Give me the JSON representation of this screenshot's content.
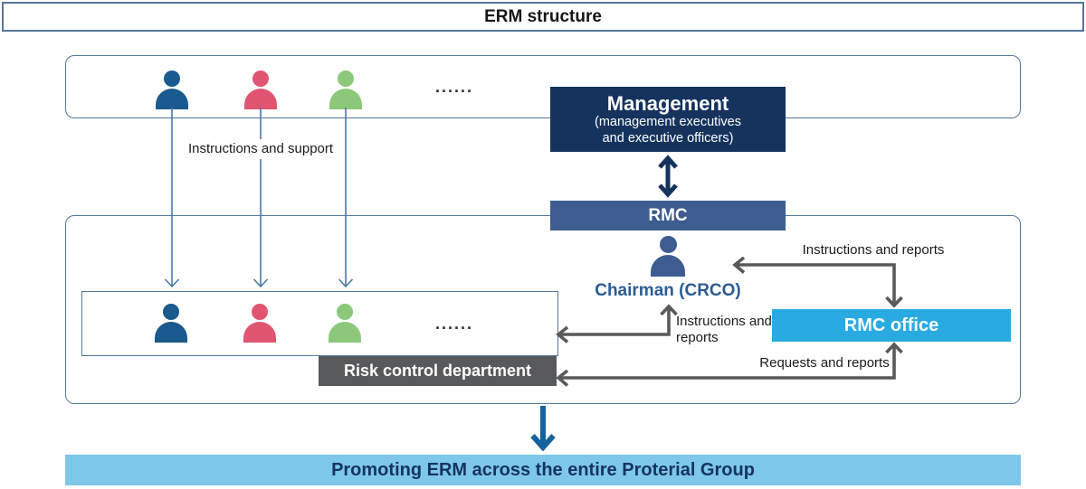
{
  "title": "ERM structure",
  "top_group": {
    "dots": "......",
    "instructions_support_label": "Instructions and support",
    "management_title": "Management",
    "management_subtitle_lines": [
      "(management executives",
      "and executive officers)"
    ]
  },
  "rmc_label": "RMC",
  "lower_group": {
    "chairman_label": "Chairman (CRCO)",
    "dots": "......",
    "risk_dept_label": "Risk control department",
    "rmc_office_label": "RMC office",
    "instructions_reports_two_lines": [
      "Instructions and",
      "reports"
    ],
    "instructions_reports_label": "Instructions and reports",
    "requests_reports_label": "Requests and reports"
  },
  "footer_label": "Promoting ERM across the entire Proterial Group",
  "colors": {
    "navy": "#16335e",
    "rmcBlue": "#3d5c90",
    "officeCyan": "#29abe2",
    "footerBlue": "#7dc8ea",
    "grayBox": "#58595b",
    "personBlue": "#1a5a8e",
    "personPink": "#e05571",
    "personGreen": "#8cc87a",
    "chairmanBlue": "#3d5c90",
    "chairmanText": "#2b5c94",
    "borderBlue": "#54789e",
    "arrowGray": "#58595b",
    "arrowThinBlue": "#4a78a8",
    "arrowSteel": "#15639e"
  }
}
